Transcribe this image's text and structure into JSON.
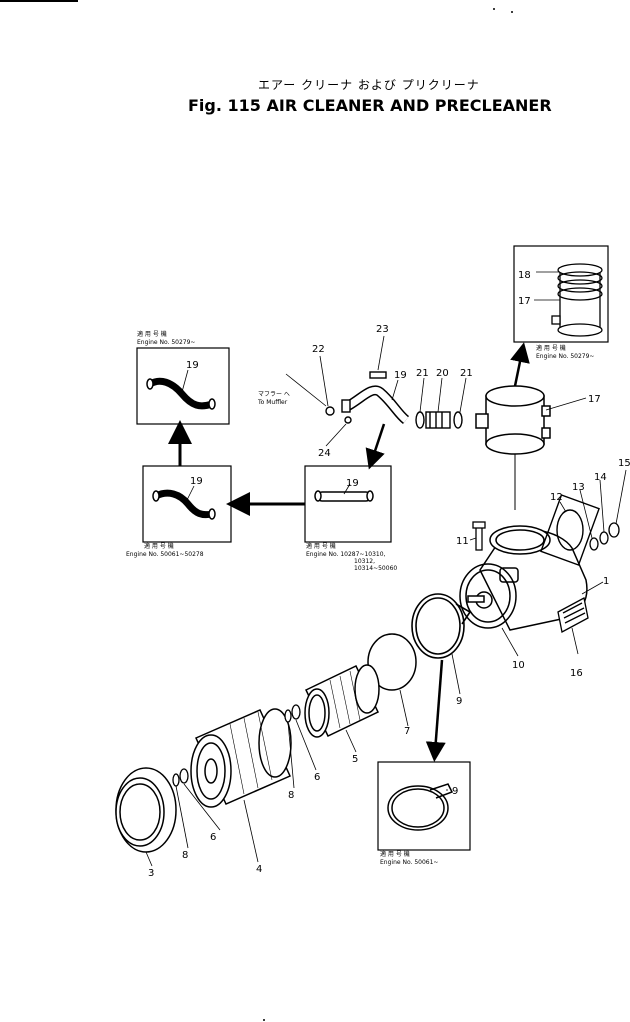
{
  "title_jp": "エアー クリーナ および プリクリーナ",
  "title_en": "Fig. 115 AIR CLEANER AND PRECLEANER",
  "callouts": {
    "c1": "1",
    "c3": "3",
    "c4": "4",
    "c5": "5",
    "c6a": "6",
    "c6b": "6",
    "c7": "7",
    "c8a": "8",
    "c8b": "8",
    "c9a": "9",
    "c9b": "9",
    "c10": "10",
    "c11": "11",
    "c12": "12",
    "c13": "13",
    "c14": "14",
    "c15": "15",
    "c16": "16",
    "c17a": "17",
    "c17b": "17",
    "c18": "18",
    "c19a": "19",
    "c19b": "19",
    "c19c": "19",
    "c19d": "19",
    "c20": "20",
    "c21a": "21",
    "c21b": "21",
    "c22": "22",
    "c23": "23",
    "c24": "24"
  },
  "notes": {
    "muffler_jp": "マフラー へ",
    "muffler_en": "To Muffler",
    "applic_jp": "適 用 号 機",
    "eng_50279_top": "Engine No. 50279~",
    "eng_50279_right": "Engine No. 50279~",
    "eng_50061_50278": "Engine No. 50061~50278",
    "eng_10287_l1": "Engine No. 10287~10310,",
    "eng_10287_l2": "10312,",
    "eng_10287_l3": "10314~50060",
    "eng_50061": "Engine No. 50061~"
  }
}
